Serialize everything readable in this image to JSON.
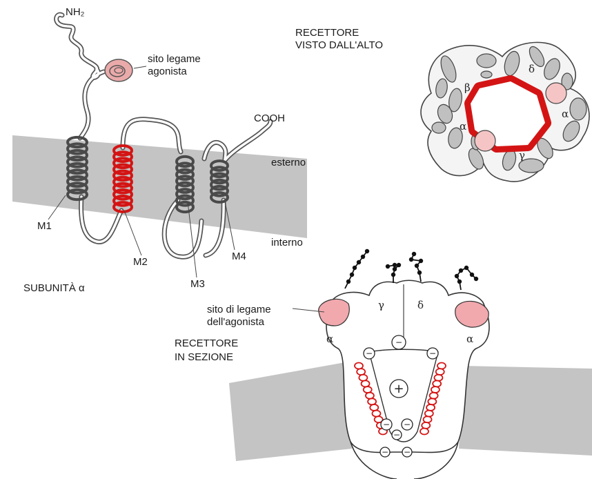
{
  "colors": {
    "membrane": "#c4c4c4",
    "helix_dark": "#4a4a4a",
    "helix_red": "#d41414",
    "pink": "#eaaaaa",
    "oval": "#c0c0c0"
  },
  "subunit": {
    "nh2": "NH₂",
    "cooh": "COOH",
    "binding_site": [
      "sito legame",
      "agonista"
    ],
    "outside": "esterno",
    "inside": "interno",
    "m1": "M1",
    "m2": "M2",
    "m3": "M3",
    "m4": "M4",
    "caption": "SUBUNITÀ α"
  },
  "top_view": {
    "title": [
      "RECETTORE",
      "VISTO DALL'ALTO"
    ],
    "labels": [
      "β",
      "δ",
      "α",
      "α",
      "γ"
    ]
  },
  "section": {
    "title": [
      "RECETTORE",
      "IN SEZIONE"
    ],
    "binding_site": [
      "sito di legame",
      "dell'agonista"
    ],
    "labels": [
      "γ",
      "δ",
      "α",
      "α"
    ],
    "charges": [
      "−",
      "−",
      "−",
      "+",
      "−",
      "−",
      "−",
      "−",
      "−"
    ]
  }
}
